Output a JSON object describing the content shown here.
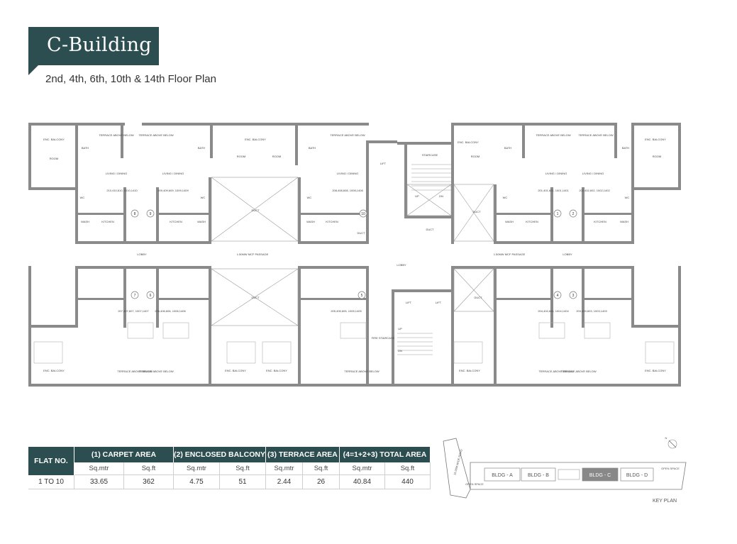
{
  "header": {
    "title": "C-Building",
    "subtitle": "2nd, 4th, 6th, 10th & 14th Floor Plan"
  },
  "colors": {
    "banner": "#2d4e50",
    "wall": "#808080",
    "highlight": "#888888"
  },
  "plan": {
    "labels": {
      "lobby": "LOBBY",
      "passage": "1.50MW MCF PASSAGE",
      "duct": "DUCT",
      "staircase": "STAIRCASE",
      "fire_staircase": "FIRE STAIRCASE",
      "lift": "LIFT",
      "up": "UP",
      "dn": "DN",
      "enc_balcony": "ENC. BALCONY",
      "terrace": "TERRACE ABOVE BELOW",
      "room": "ROOM",
      "bath": "BATH",
      "living": "LIVING / DINING",
      "kitchen": "KITCHEN",
      "wash": "WASH",
      "wc": "WC"
    },
    "flat_numbers": [
      "1",
      "2",
      "3",
      "4",
      "5",
      "6",
      "7",
      "8",
      "9",
      "10"
    ],
    "flat_codes": {
      "f1": "201,401,601, 1001,1401",
      "f2": "202,402,602, 1002,1402",
      "f3": "203,403,603, 1003,1403",
      "f4": "204,404,604, 1004,1404",
      "f5": "205,405,605, 1005,1405",
      "f6": "206,406,606, 1006,1406",
      "f7": "207,407,607, 1007,1407",
      "f8": "208,408,608, 1008,1408",
      "f9": "209,409,609, 1009,1409",
      "f10": "210,410,610, 1010,1410"
    }
  },
  "area_table": {
    "flat_no_header": "FLAT NO.",
    "headers": [
      "(1) CARPET AREA",
      "(2) ENCLOSED BALCONY",
      "(3) TERRACE AREA",
      "(4=1+2+3) TOTAL AREA"
    ],
    "units": [
      "Sq.mtr",
      "Sq.ft",
      "Sq.mtr",
      "Sq.ft",
      "Sq.mtr",
      "Sq.ft",
      "Sq.mtr",
      "Sq.ft"
    ],
    "rows": [
      {
        "flat": "1 TO 10",
        "values": [
          "33.65",
          "362",
          "4.75",
          "51",
          "2.44",
          "26",
          "40.84",
          "440"
        ]
      }
    ]
  },
  "key_plan": {
    "label": "KEY PLAN",
    "buildings": [
      "BLDG - A",
      "BLDG - B",
      "BLDG - C",
      "BLDG - D"
    ],
    "highlighted": "BLDG - C",
    "road": "15.00M WIDE ROAD",
    "open_space": "OPEN SPACE",
    "north": "N"
  }
}
